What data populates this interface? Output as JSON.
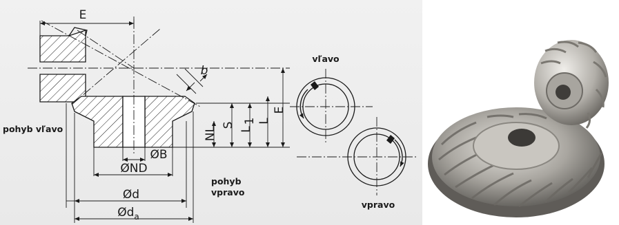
{
  "labels": {
    "E_top": "E",
    "E_right": "E",
    "b": "b",
    "NL": "NL",
    "S": "S",
    "L1_main": "L",
    "L1_sub": "1",
    "L": "L",
    "OB": "ØB",
    "OND": "ØND",
    "Od": "Ød",
    "Oda_main": "Ød",
    "Oda_sub": "a",
    "pohyb_vlavo": "pohyb vľavo",
    "pohyb_vpravo_1": "pohyb",
    "pohyb_vpravo_2": "vpravo",
    "vlavo": "vľavo",
    "vpravo": "vpravo"
  },
  "colors": {
    "ink": "#1a1a1a",
    "panel_bg": "#eeeeee",
    "photo_bg": "#ffffff",
    "steel_light": "#d8d6d1",
    "steel_mid": "#9e9b95",
    "steel_dark": "#4a4845"
  },
  "icons": {
    "rotation_left": "rotation-arrow-ccw-icon",
    "rotation_right": "rotation-arrow-cw-icon"
  }
}
